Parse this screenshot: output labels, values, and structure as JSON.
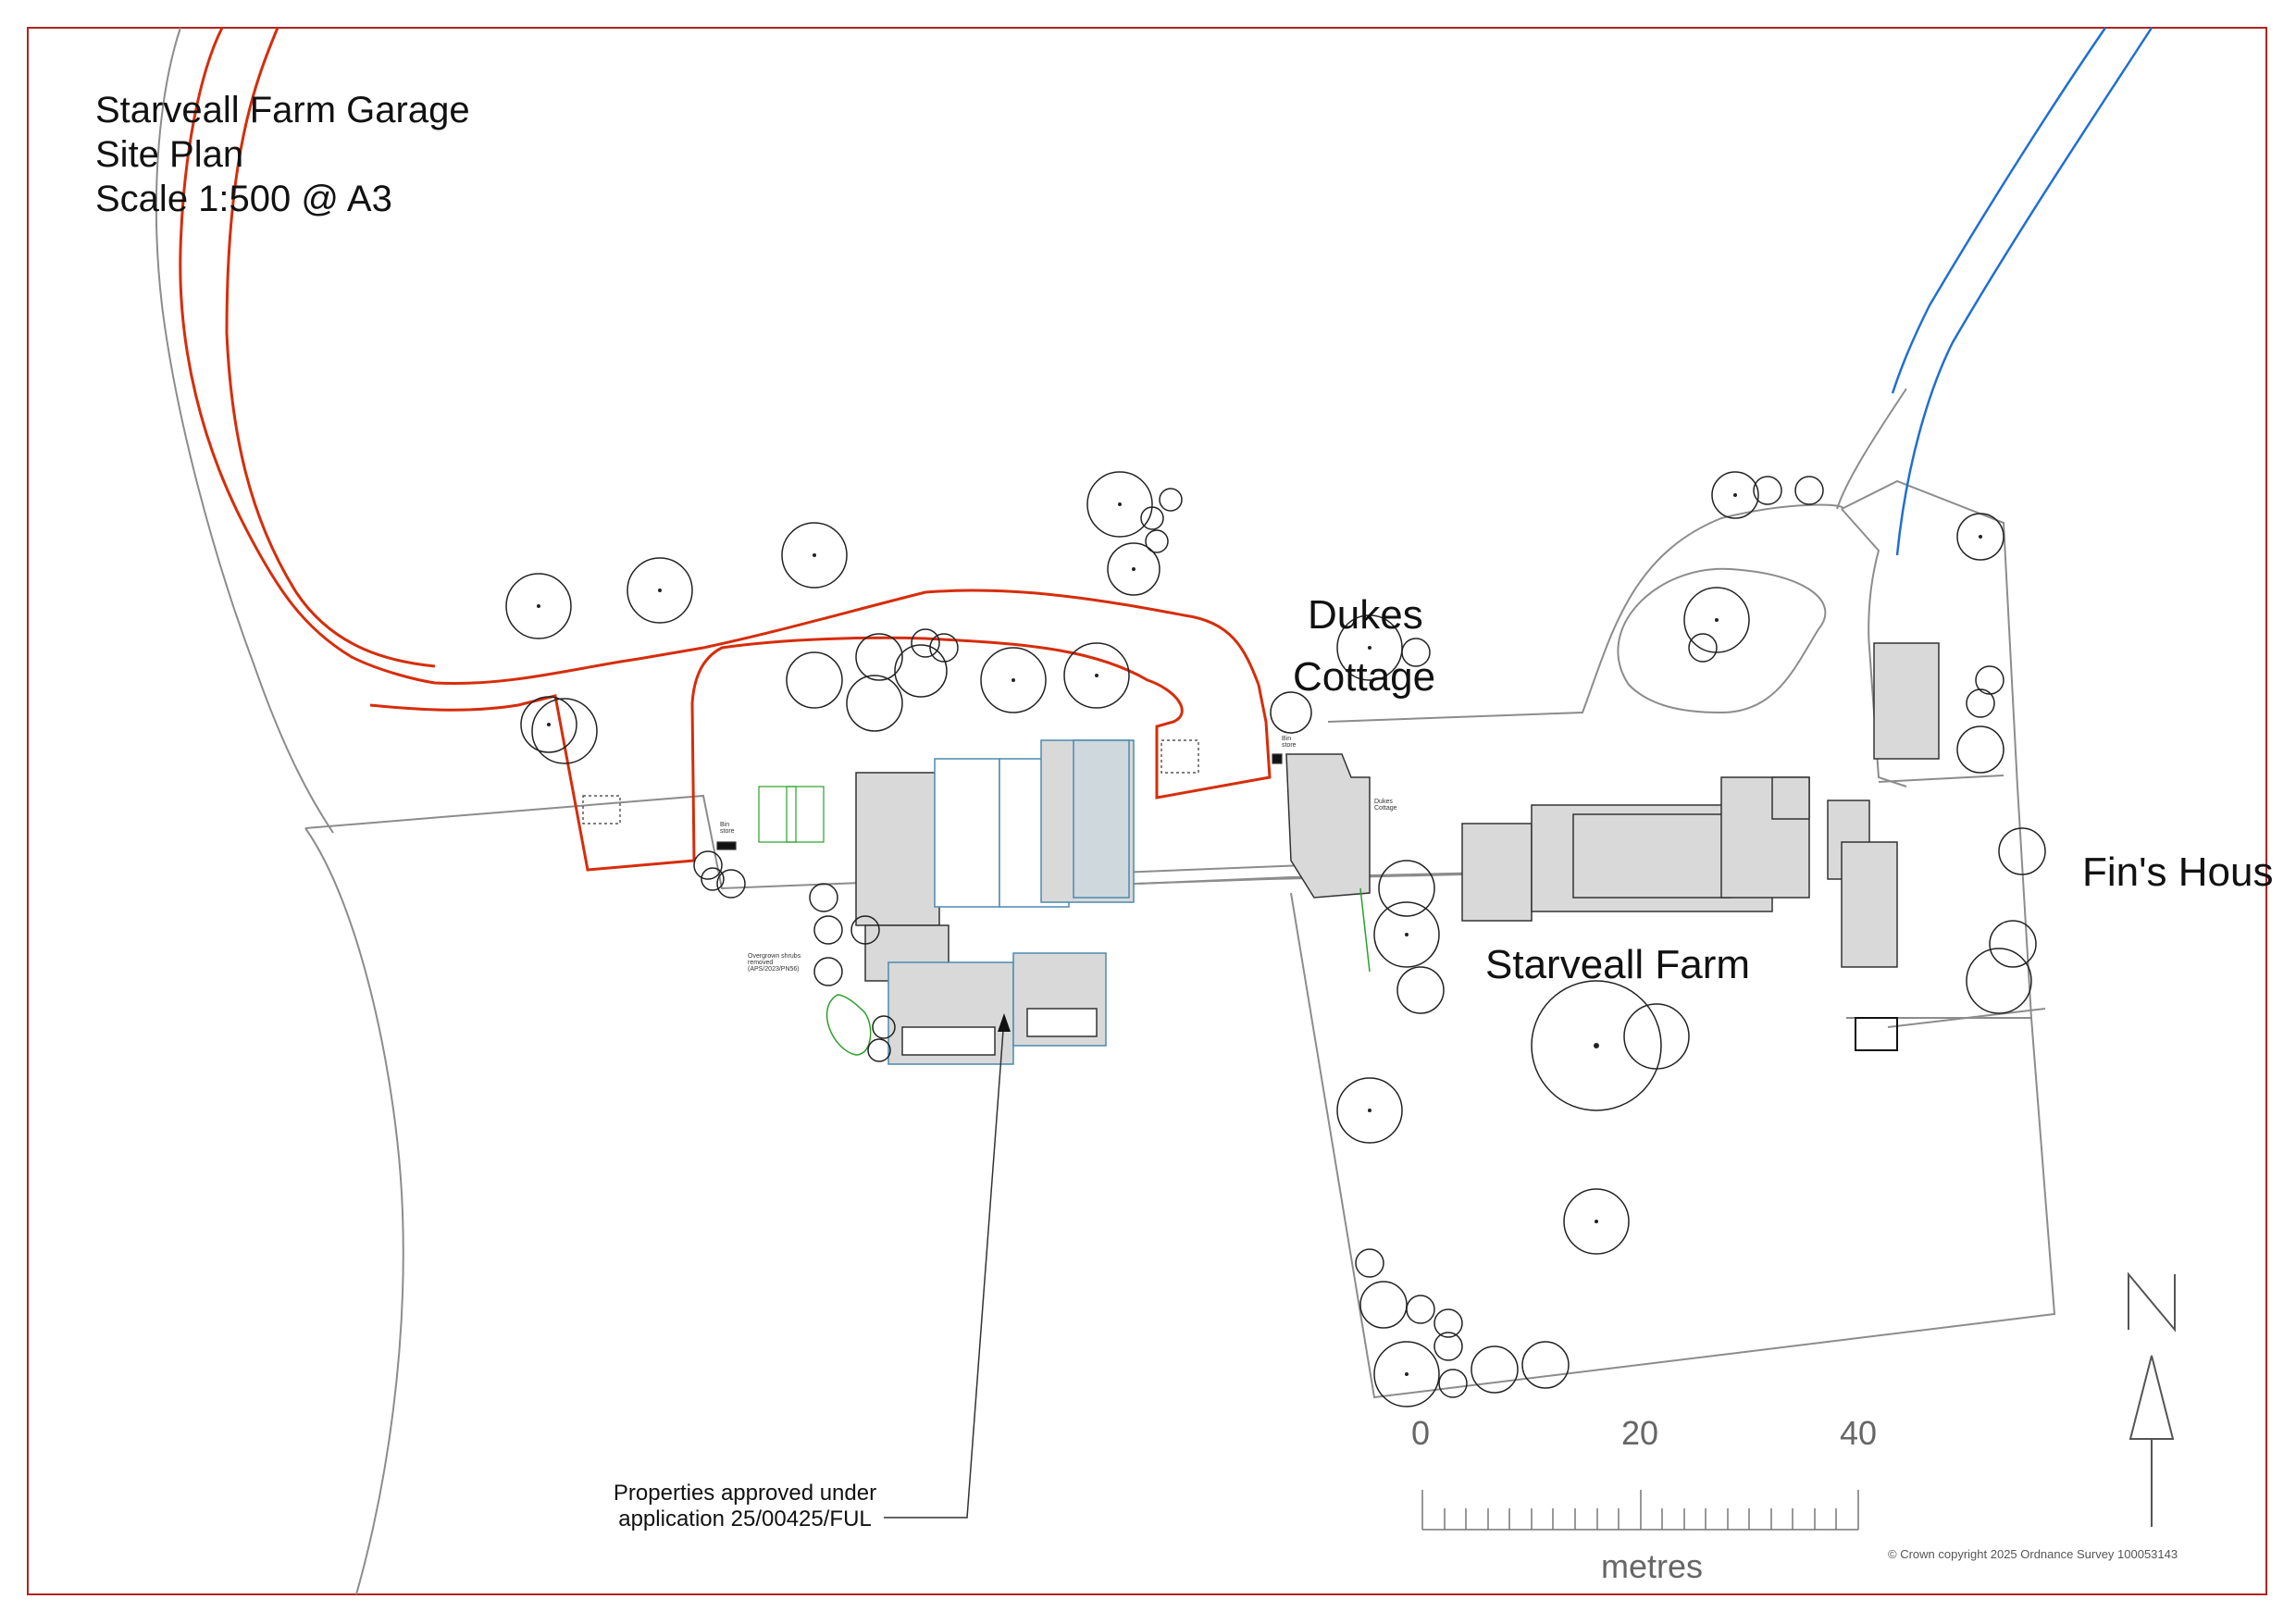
{
  "title": {
    "line1": "Starveall Farm Garage",
    "line2": "Site Plan",
    "line3": "Scale 1:500 @ A3"
  },
  "places": {
    "dukes_cottage_line1": "Dukes",
    "dukes_cottage_line2": "Cottage",
    "starveall_farm": "Starveall Farm",
    "fins_house": "Fin's Hous",
    "small_dukes": "Dukes\nCottage",
    "bin_store_1": "Bin\nstore",
    "bin_store_2": "Bin\nstore",
    "shrubs_note": "Overgrown shrubs\nremoved\n(APS/2023/PN56)"
  },
  "annotation": {
    "line1": "Properties approved under",
    "line2": "application 25/00425/FUL"
  },
  "scale_bar": {
    "ticks": [
      "0",
      "20",
      "40"
    ],
    "unit": "metres"
  },
  "north_label": "N",
  "copyright": "© Crown copyright 2025 Ordnance Survey 100053143",
  "colors": {
    "red_line": "#d62d0a",
    "blue_line": "#1f6fd1",
    "building_fill": "#d9d9d9",
    "approved_outline": "#4a8ab0",
    "grey_line": "#8c8c8c",
    "green_line": "#2aa02a"
  }
}
